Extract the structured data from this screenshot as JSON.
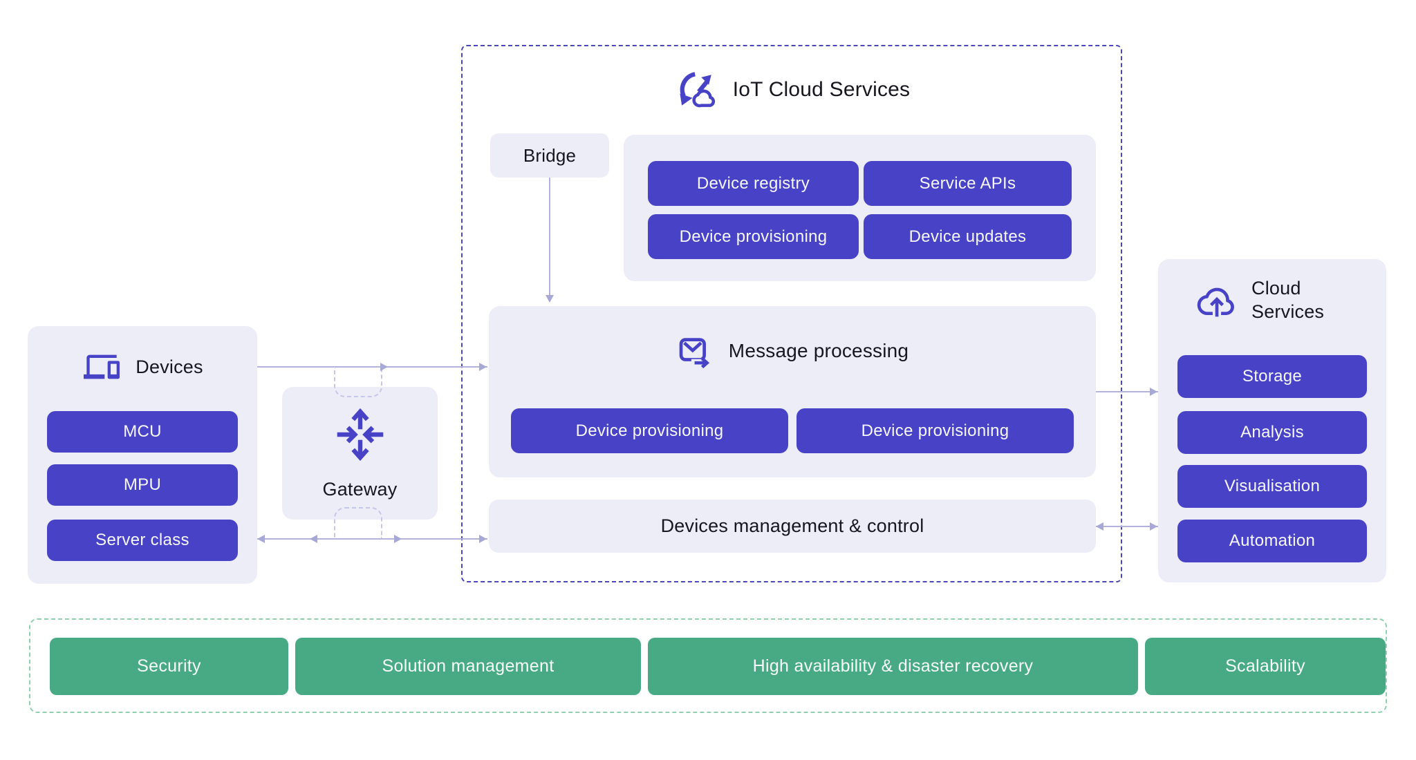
{
  "iot": {
    "title": "IoT Cloud Services",
    "icon": "cloud-sync-icon"
  },
  "bridge": {
    "label": "Bridge"
  },
  "registry": {
    "buttons": [
      "Device registry",
      "Service APIs",
      "Device provisioning",
      "Device updates"
    ]
  },
  "message": {
    "title": "Message processing",
    "icon": "mail-send-icon",
    "buttons": [
      "Device provisioning",
      "Device provisioning"
    ]
  },
  "management": {
    "label": "Devices management & control"
  },
  "devices": {
    "title": "Devices",
    "icon": "devices-icon",
    "buttons": [
      "MCU",
      "MPU",
      "Server class"
    ]
  },
  "gateway": {
    "label": "Gateway",
    "icon": "gateway-arrows-icon"
  },
  "cloud": {
    "title": "Cloud Services",
    "icon": "cloud-upload-icon",
    "buttons": [
      "Storage",
      "Analysis",
      "Visualisation",
      "Automation"
    ]
  },
  "foundation": {
    "buttons": [
      "Security",
      "Solution management",
      "High availability & disaster recovery",
      "Scalability"
    ]
  },
  "colors": {
    "block_purple": "#4842C7",
    "panel_lavender": "#EDEDF8",
    "block_green": "#47AA85",
    "iot_dashed_border": "#4A47BA",
    "green_dashed_border": "#8FD0AF",
    "connector_line": "#B2B2DC",
    "heading_text": "#16161F",
    "button_text": "#F7F7FD"
  }
}
